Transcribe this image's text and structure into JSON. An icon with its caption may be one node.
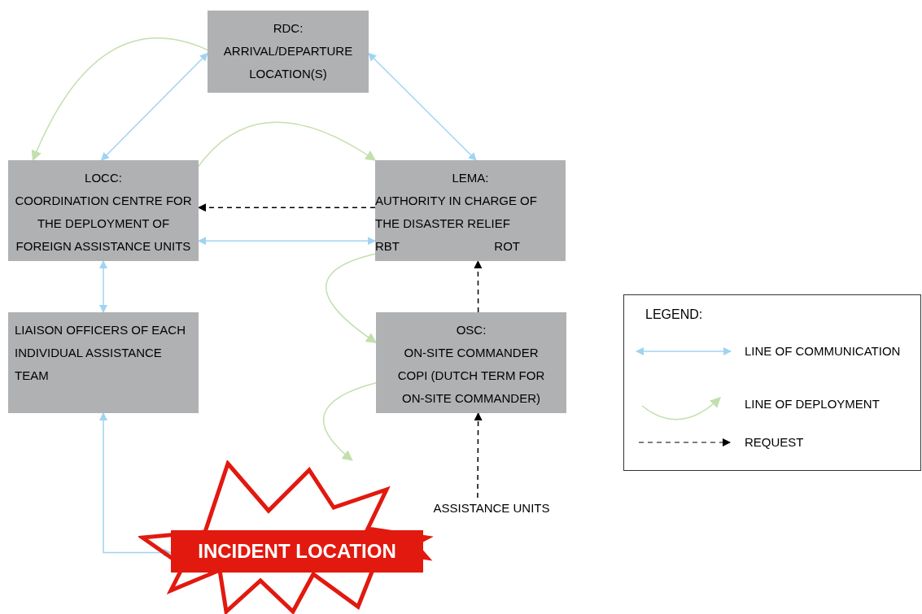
{
  "diagram": {
    "nodes": [
      {
        "text": [
          "RDC:",
          "ARRIVAL/DEPARTURE LOCATION(S)"
        ]
      },
      {
        "text": [
          "LOCC:",
          "COORDINATION CENTRE FOR THE DEPLOYMENT OF FOREIGN ASSISTANCE UNITS"
        ]
      },
      {
        "text": [
          "LEMA:",
          "AUTHORITY IN CHARGE OF THE DISASTER RELIEF",
          "RBT",
          "ROT"
        ]
      },
      {
        "text": [
          "LIAISON OFFICERS OF EACH INDIVIDUAL ASSISTANCE TEAM"
        ]
      },
      {
        "text": [
          "OSC:",
          "ON-SITE COMMANDER",
          "COPI (DUTCH TERM FOR ON-SITE COMMANDER)"
        ]
      },
      {
        "text": [
          "INCIDENT LOCATION"
        ]
      },
      {
        "text": [
          "ASSISTANCE UNITS"
        ]
      }
    ],
    "edges": [
      {
        "from": 1,
        "to": 0,
        "arrow": "both"
      },
      {
        "from": 0,
        "to": 2,
        "arrow": "both"
      },
      {
        "from": 2,
        "to": 1,
        "arrow": "to",
        "style": "dashed",
        "color": "#000000"
      },
      {
        "from": 1,
        "to": 2,
        "arrow": "both"
      },
      {
        "from": 1,
        "to": 3,
        "arrow": "both"
      },
      {
        "from": 4,
        "to": 2,
        "arrow": "to",
        "style": "dashed",
        "color": "#000000"
      },
      {
        "from": 6,
        "to": 4,
        "arrow": "to",
        "style": "dashed",
        "color": "#000000"
      },
      {
        "from": 3,
        "to": 5,
        "arrow": "both"
      },
      {
        "from": 0,
        "to": 1,
        "arrow": "to",
        "color": "#c3dfae"
      },
      {
        "from": 1,
        "to": 2,
        "arrow": "to",
        "color": "#c3dfae"
      },
      {
        "from": 2,
        "to": 4,
        "arrow": "to",
        "color": "#c3dfae"
      },
      {
        "from": 4,
        "to": 5,
        "arrow": "to",
        "color": "#c3dfae"
      }
    ],
    "labels": [
      "LEGEND:"
    ],
    "legend": [
      {
        "text": "LINE OF COMMUNICATION"
      },
      {
        "text": "LINE OF DEPLOYMENT"
      },
      {
        "text": "REQUEST"
      }
    ]
  }
}
